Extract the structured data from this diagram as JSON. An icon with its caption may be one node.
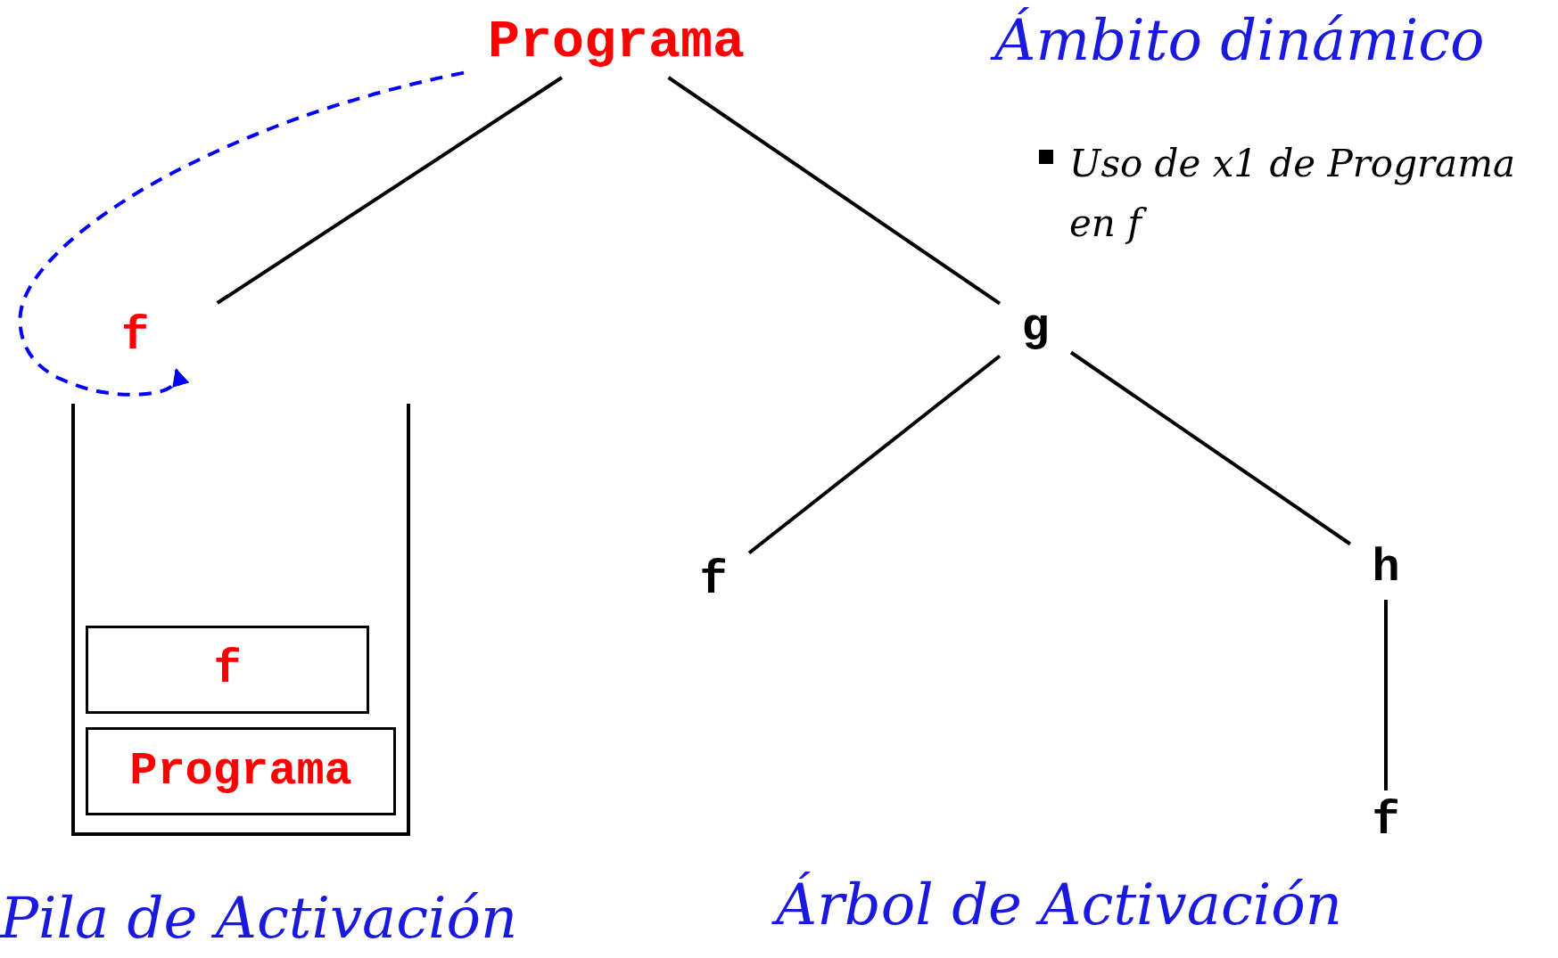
{
  "diagram": {
    "title": "Ámbito dinámico",
    "nodes": [
      {
        "text": [
          "Programa"
        ]
      },
      {
        "text": [
          "f"
        ]
      },
      {
        "text": [
          "g"
        ]
      },
      {
        "text": [
          "f"
        ]
      },
      {
        "text": [
          "h"
        ]
      },
      {
        "text": [
          "f"
        ]
      },
      {
        "text": [],
        "shape": "box"
      },
      {
        "text": [
          "f"
        ],
        "in": 6
      },
      {
        "text": [
          "Programa"
        ],
        "in": 6
      }
    ],
    "edges": [
      {
        "from": 0,
        "to": 1,
        "arrow": "none"
      },
      {
        "from": 0,
        "to": 2,
        "arrow": "none"
      },
      {
        "from": 2,
        "to": 3,
        "arrow": "none"
      },
      {
        "from": 2,
        "to": 4,
        "arrow": "none"
      },
      {
        "from": 4,
        "to": 5,
        "arrow": "none"
      },
      {
        "from": 0,
        "to": 1,
        "arrow": "to",
        "style": "dashed",
        "color": "#0000ff"
      }
    ],
    "labels": [
      "Uso de x1 de Programa en f",
      "Pila de Activación",
      "Árbol de Activación"
    ]
  }
}
